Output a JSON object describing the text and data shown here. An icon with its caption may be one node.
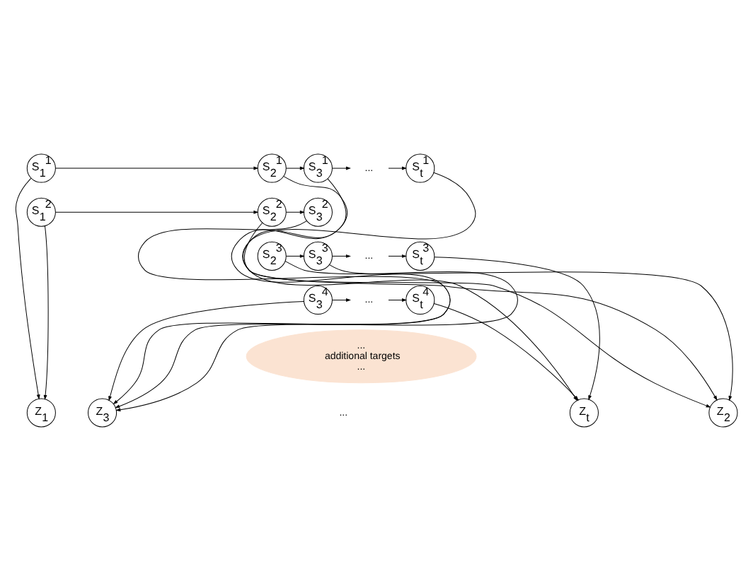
{
  "diagram": {
    "nodes": [
      {
        "text": [
          "S$_{1}$$^{1}$"
        ]
      },
      {
        "text": [
          "S$_{1}$$^{2}$"
        ]
      },
      {
        "text": [
          "S$_{2}$$^{1}$"
        ]
      },
      {
        "text": [
          "S$_{2}$$^{2}$"
        ]
      },
      {
        "text": [
          "S$_{2}$$^{3}$"
        ]
      },
      {
        "text": [
          "S$_{3}$$^{1}$"
        ]
      },
      {
        "text": [
          "S$_{3}$$^{2}$"
        ]
      },
      {
        "text": [
          "S$_{3}$$^{3}$"
        ]
      },
      {
        "text": [
          "S$_{3}$$^{4}$"
        ]
      },
      {
        "text": [
          "..."
        ]
      },
      {
        "text": [
          "..."
        ]
      },
      {
        "text": [
          "..."
        ]
      },
      {
        "text": [
          "S$_{t}$$^{1}$"
        ]
      },
      {
        "text": [
          "S$_{t}$$^{3}$"
        ]
      },
      {
        "text": [
          "S$_{t}$$^{4}$"
        ]
      },
      {
        "text": [
          "...",
          "additional targets",
          "..."
        ]
      },
      {
        "text": [
          "Z$_{1}$"
        ]
      },
      {
        "text": [
          "Z$_{2}$"
        ]
      },
      {
        "text": [
          "Z$_{3}$"
        ]
      },
      {
        "text": [
          "Z$_{t}$"
        ]
      }
    ],
    "edges": [
      {
        "from": 0,
        "to": 2,
        "arrow": "to"
      },
      {
        "from": 0,
        "to": 16,
        "arrow": "to"
      },
      {
        "from": 1,
        "to": 3,
        "arrow": "to"
      },
      {
        "from": 1,
        "to": 16,
        "arrow": "to"
      },
      {
        "from": 2,
        "to": 5,
        "arrow": "to"
      },
      {
        "from": 2,
        "to": 17,
        "arrow": "to"
      },
      {
        "from": 3,
        "to": 6,
        "arrow": "to"
      },
      {
        "from": 3,
        "to": 17,
        "arrow": "to"
      },
      {
        "from": 4,
        "to": 7,
        "arrow": "to"
      },
      {
        "from": 4,
        "to": 17,
        "arrow": "to"
      },
      {
        "from": 5,
        "to": 9,
        "arrow": "to"
      },
      {
        "from": 5,
        "to": 18,
        "arrow": "to"
      },
      {
        "from": 6,
        "to": 18,
        "arrow": "to"
      },
      {
        "from": 7,
        "to": 10,
        "arrow": "to"
      },
      {
        "from": 7,
        "to": 18,
        "arrow": "to"
      },
      {
        "from": 8,
        "to": 11,
        "arrow": "to"
      },
      {
        "from": 8,
        "to": 18,
        "arrow": "to"
      },
      {
        "from": 9,
        "to": 12,
        "arrow": "to"
      },
      {
        "from": 10,
        "to": 13,
        "arrow": "to"
      },
      {
        "from": 11,
        "to": 14,
        "arrow": "to"
      },
      {
        "from": 12,
        "to": 19,
        "arrow": "to"
      },
      {
        "from": 13,
        "to": 19,
        "arrow": "to"
      },
      {
        "from": 14,
        "to": 19,
        "arrow": "to"
      }
    ],
    "labels": [
      "..."
    ]
  }
}
